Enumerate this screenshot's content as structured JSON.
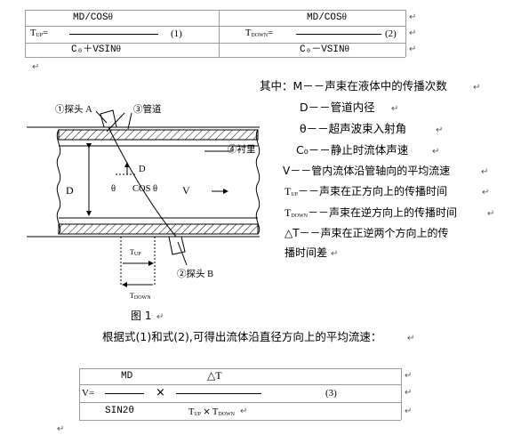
{
  "eq1": {
    "lhs": "T",
    "lhs_sub": "UP",
    "eq": "=",
    "numerator": "MD/COS",
    "numerator_sym": "θ",
    "denominator": "C₀＋VSIN",
    "denominator_sym": "θ",
    "number": "(1)"
  },
  "eq2": {
    "lhs": "T",
    "lhs_sub": "DOWN",
    "eq": "=",
    "numerator": "MD/COS",
    "numerator_sym": "θ",
    "denominator": "C₀－VSIN",
    "denominator_sym": "θ",
    "number": "(2)"
  },
  "legend": {
    "intro": "其中：M－－声束在液体中的传播次数",
    "items": [
      "D－－管道内径",
      "θ－－超声波束入射角",
      "C₀－－静止时流体声速",
      "V－－管内流体沿管轴向的平均流速",
      "T_UP－－声束在正方向上的传播时间",
      "T_DOWN－－声束在逆方向上的传播时间",
      "△T－－声束在正逆两个方向上的传"
    ],
    "item_tup_main": "－－声束在正方向上的传播时间",
    "item_tdown_main": "－－声束在逆方向上的传播时间",
    "item_wrap": "播时间差"
  },
  "figure": {
    "probe_a": "①探头 A",
    "pipe": "③管道",
    "lining": "④衬里",
    "probe_b": "②探头 B",
    "d_big": "D",
    "d_small": "D",
    "theta": "θ",
    "cos_theta": "COS θ",
    "v": "V",
    "t_up": "T",
    "t_up_sub": "UP",
    "t_down": "T",
    "t_down_sub": "DOWN",
    "caption": "图 1"
  },
  "body_text": "根据式(1)和式(2),可得出流体沿直径方向上的平均流速：",
  "eq3": {
    "lhs": "V=",
    "num_left": "MD",
    "num_right": "△T",
    "times": "×",
    "den_left": "SIN2θ",
    "den_right_a": "T",
    "den_right_a_sub": "UP",
    "den_times": "×",
    "den_right_b": "T",
    "den_right_b_sub": "DOWN",
    "number": "(3)"
  },
  "return_mark": "↵"
}
